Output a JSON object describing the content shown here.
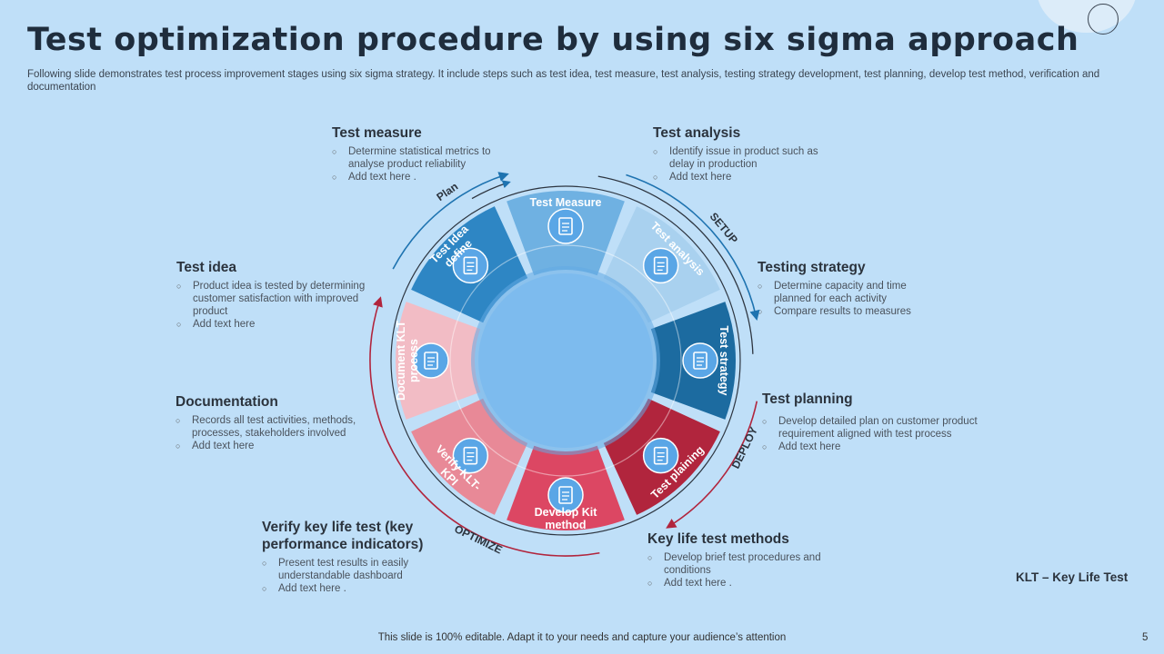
{
  "title": "Test optimization procedure by using six sigma approach",
  "subtitle": "Following slide demonstrates test process improvement stages using six sigma strategy. It include steps such as test idea, test measure, test analysis, testing strategy development, test planning, develop test method, verification and documentation",
  "blocks": [
    {
      "heading": "Test measure",
      "bullets": [
        "Determine statistical metrics to analyse product reliability",
        "Add text here ."
      ]
    },
    {
      "heading": "Test analysis",
      "bullets": [
        "Identify issue in product such as delay in production",
        "Add text here"
      ]
    },
    {
      "heading": "Test idea",
      "bullets": [
        "Product idea is tested by determining customer satisfaction with improved product",
        "Add text here"
      ]
    },
    {
      "heading": "Testing strategy",
      "bullets": [
        "Determine capacity and time planned for each activity",
        "Compare results to measures"
      ]
    },
    {
      "heading": "Documentation",
      "bullets": [
        "Records all test activities, methods, processes, stakeholders involved",
        "Add text here"
      ]
    },
    {
      "heading": "Test planning",
      "bullets": [
        "Develop detailed plan on customer product requirement aligned with test process",
        "Add text here"
      ]
    },
    {
      "heading": "Verify key life test (key performance indicators)",
      "bullets": [
        "Present test results in easily understandable dashboard",
        "Add text here ."
      ]
    },
    {
      "heading": "Key life test methods",
      "bullets": [
        "Develop brief test procedures and conditions",
        "Add text here ."
      ]
    }
  ],
  "segments": [
    {
      "label": "Test Measure",
      "color": "#6fb1e2",
      "icon": "document-chart-icon"
    },
    {
      "label": "Test analysis",
      "color": "#a9d1ef",
      "icon": "magnifier-document-icon"
    },
    {
      "label": "Test strategy",
      "color": "#1c6ba0",
      "icon": "strategy-screen-icon"
    },
    {
      "label": "Test plaining",
      "color": "#b1253d",
      "icon": "plan-document-icon"
    },
    {
      "label": "Develop Kit method",
      "color": "#dc4763",
      "icon": "cycle-icon"
    },
    {
      "label": "Verify KLT- KPI",
      "color": "#e88997",
      "icon": "verify-document-icon"
    },
    {
      "label": "Document KLT process",
      "color": "#f2bcc5",
      "icon": "documents-icon"
    },
    {
      "label": "Test Idea define",
      "color": "#2e86c4",
      "icon": "idea-board-icon"
    }
  ],
  "phases": [
    {
      "label": "Plan",
      "color": "#1e73b0"
    },
    {
      "label": "SETUP",
      "color": "#1e73b0"
    },
    {
      "label": "DEPLOY",
      "color": "#b1253d"
    },
    {
      "label": "OPTIMIZE",
      "color": "#b1253d"
    }
  ],
  "abbreviation": "KLT – Key Life Test",
  "footer": "This slide is 100% editable. Adapt it to your needs and capture your audience’s attention",
  "page_number": "5"
}
